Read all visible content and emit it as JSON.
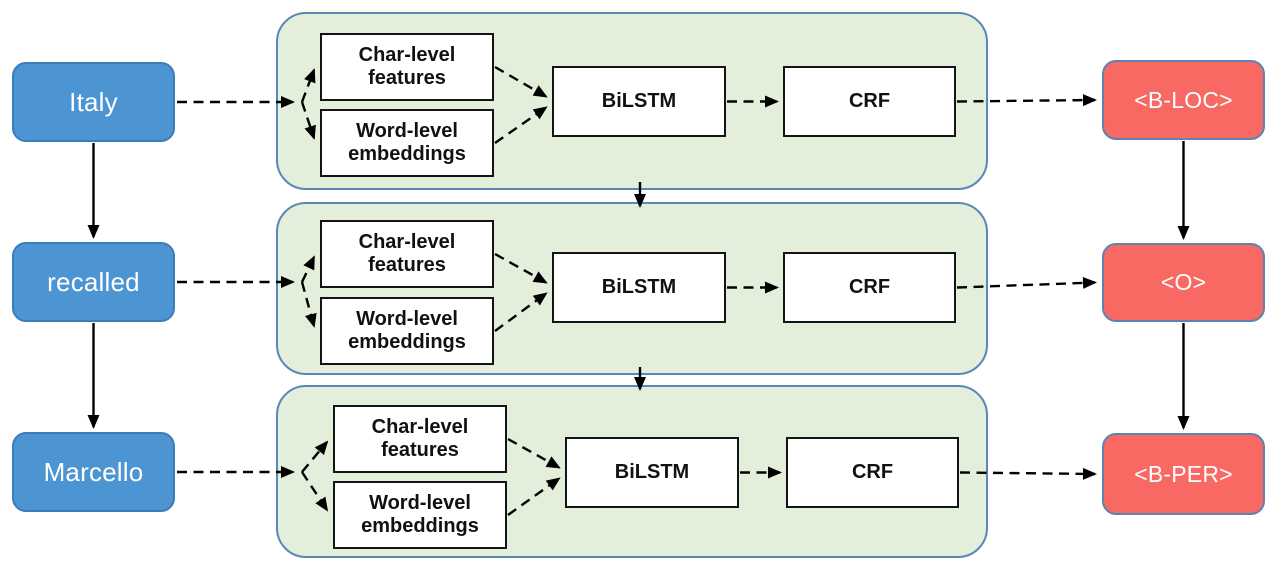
{
  "diagram": {
    "rows": [
      {
        "input": "Italy",
        "output": "<B-LOC>"
      },
      {
        "input": "recalled",
        "output": "<O>"
      },
      {
        "input": "Marcello",
        "output": "<B-PER>"
      }
    ],
    "blocks": {
      "char": "Char-level features",
      "word_emb": "Word-level embeddings",
      "bilstm": "BiLSTM",
      "crf": "CRF"
    },
    "colors": {
      "input_fill": "#4C95D2",
      "input_border": "#3D7CB8",
      "output_fill": "#F96964",
      "output_border": "#5B84AE",
      "group_fill": "#E3EFDA",
      "group_border": "#5B86B8",
      "arrow": "#000000"
    }
  }
}
